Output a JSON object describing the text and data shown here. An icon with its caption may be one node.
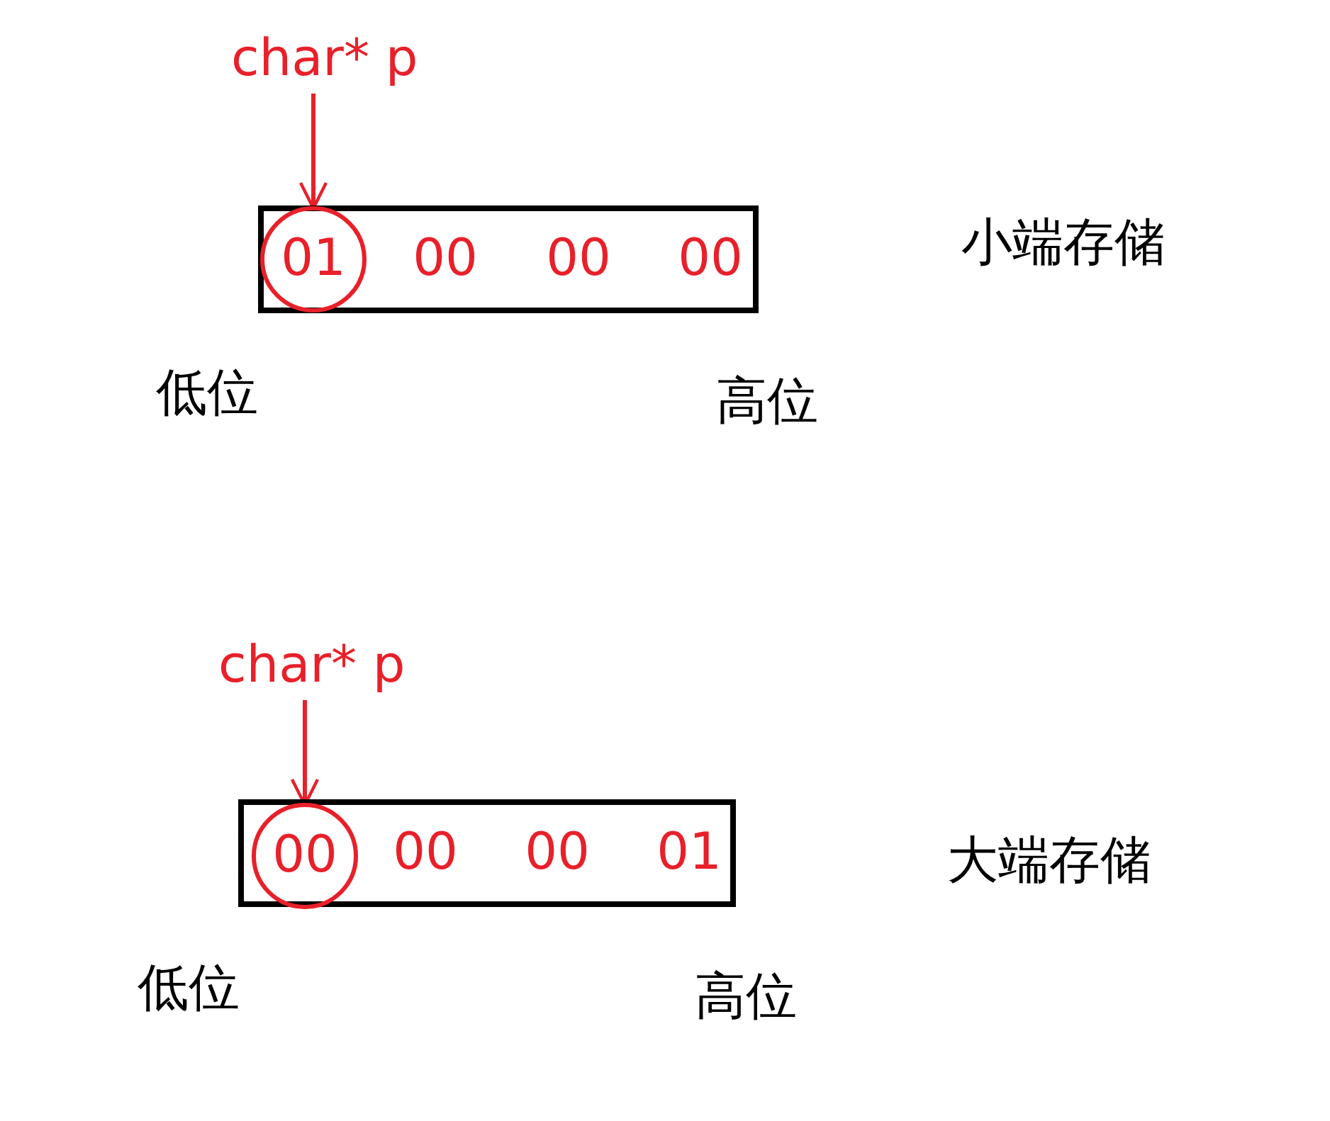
{
  "diagram": {
    "nodes": [
      {
        "text": [
          "00",
          "00",
          "00"
        ]
      },
      {
        "text": [
          "01"
        ],
        "in": 0
      },
      {
        "text": [
          "char* p"
        ]
      },
      {
        "text": [
          "00",
          "00",
          "01"
        ]
      },
      {
        "text": [
          "00"
        ],
        "in": 3
      },
      {
        "text": [
          "char* p"
        ]
      }
    ],
    "edges": [
      {
        "from": 2,
        "to": 1,
        "arrow": "to"
      },
      {
        "from": 5,
        "to": 4,
        "arrow": "to"
      }
    ],
    "labels": [
      "小端存储",
      "低位",
      "高位",
      "大端存储",
      "低位",
      "高位"
    ]
  }
}
